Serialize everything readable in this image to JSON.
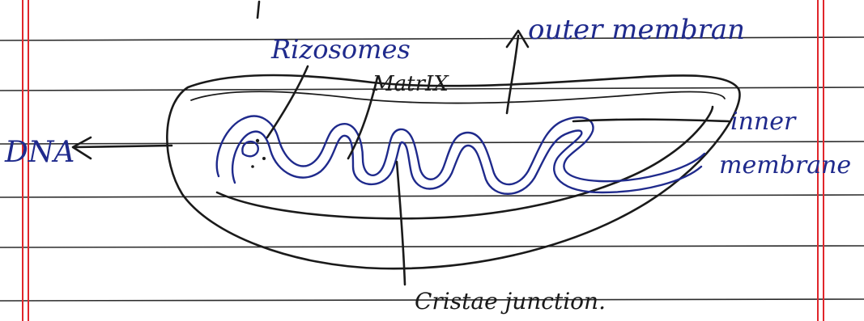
{
  "colors": {
    "paper": "#ffffff",
    "rule_lines": "#2b2b2b",
    "margin_lines": "#e0262b",
    "blue_ink": "#1f2a8c",
    "black_ink": "#1a1a1a"
  },
  "labels": {
    "ribosomes": "Rizosomes",
    "outer_membrane": "outer membran",
    "matrix": "MatrIX",
    "dna": "DNA",
    "inner_membrane_line1": "inner",
    "inner_membrane_line2": "membrane",
    "cristae_junction": "Cristae junction."
  }
}
